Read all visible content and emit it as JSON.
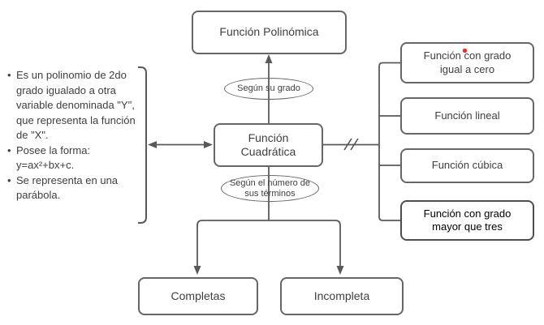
{
  "colors": {
    "background": "#ffffff",
    "box_border": "#666666",
    "connector": "#595959",
    "text_primary": "#404040",
    "text_emphasis": "#000000",
    "cursor_marker": "#e8322b"
  },
  "nodes": {
    "polinomica": {
      "label": "Función Polinómica"
    },
    "cuadratica": {
      "label": "Función Cuadrática"
    },
    "grado_cero": {
      "label": "Función con grado igual a cero"
    },
    "lineal": {
      "label": "Función lineal"
    },
    "cubica": {
      "label": "Función cúbica"
    },
    "grado_mayor": {
      "label": "Función con grado mayor que tres"
    },
    "completas": {
      "label": "Completas"
    },
    "incompleta": {
      "label": "Incompleta"
    }
  },
  "edge_labels": {
    "por_grado": "Según su grado",
    "por_terminos": "Según el número de sus términos"
  },
  "notes": {
    "bullets": [
      "Es un polinomio de 2do grado igualado a otra variable denominada \"Y\", que representa la función de \"X\".",
      "Posee la forma: y=ax²+bx+c.",
      "Se representa en una parábola."
    ]
  }
}
